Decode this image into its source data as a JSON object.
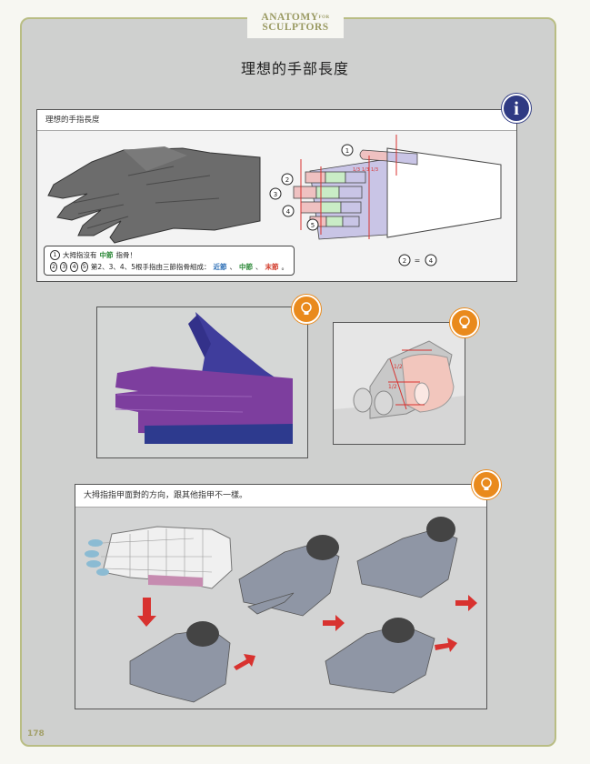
{
  "logo": {
    "line1": "ANATOMY",
    "line1_small": "FOR",
    "line2": "SCULPTORS",
    "color": "#9a9a62"
  },
  "page_title": "理想的手部長度",
  "section1": {
    "header": "理想的手指長度",
    "fraction_labels": [
      "1/3",
      "1/3",
      "1/3"
    ],
    "finger_numbers": [
      "1",
      "2",
      "3",
      "4",
      "5"
    ],
    "equation": {
      "left": "2",
      "sign": "=",
      "right": "4"
    },
    "note_line1": {
      "number": "1",
      "text_before": "大拇指沒有",
      "highlight": "中節",
      "text_after": "指骨！"
    },
    "note_line2": {
      "numbers": [
        "2",
        "3",
        "4",
        "5"
      ],
      "text_before": "第2、3、4、5根手指由三節指骨組成：",
      "proximal": "近節",
      "sep1": "、",
      "middle": "中節",
      "sep2": "、",
      "distal": "末節",
      "end": "。"
    }
  },
  "section2": {
    "fractions": [
      "1/2",
      "1/2"
    ]
  },
  "section3": {
    "header": "大拇指指甲面對的方向，跟其他指甲不一樣。"
  },
  "colors": {
    "accent_orange": "#e98a1d",
    "info_blue": "#2f3a83",
    "frame": "#b9bd84",
    "arrow_red": "#d8322f"
  },
  "page_number": "178"
}
